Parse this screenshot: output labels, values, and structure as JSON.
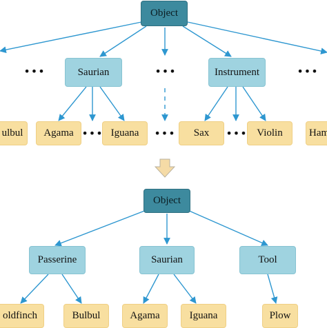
{
  "top_tree": {
    "root": "Object",
    "categories": [
      "Saurian",
      "Instrument"
    ],
    "leaves": [
      "ulbul",
      "Agama",
      "Iguana",
      "Sax",
      "Violin",
      "Ham"
    ],
    "ellipsis": "•••"
  },
  "bottom_tree": {
    "root": "Object",
    "categories": [
      "Passerine",
      "Saurian",
      "Tool"
    ],
    "leaves": [
      "oldfinch",
      "Bulbul",
      "Agama",
      "Iguana",
      "Plow"
    ]
  },
  "colors": {
    "root_fill": "#3d8a9e",
    "category_fill": "#9fd3e0",
    "leaf_fill": "#f8dfa0",
    "edge": "#2e97d0",
    "transition_arrow": "#f5dba6"
  },
  "icons": {
    "transition": "down-arrow-icon"
  }
}
